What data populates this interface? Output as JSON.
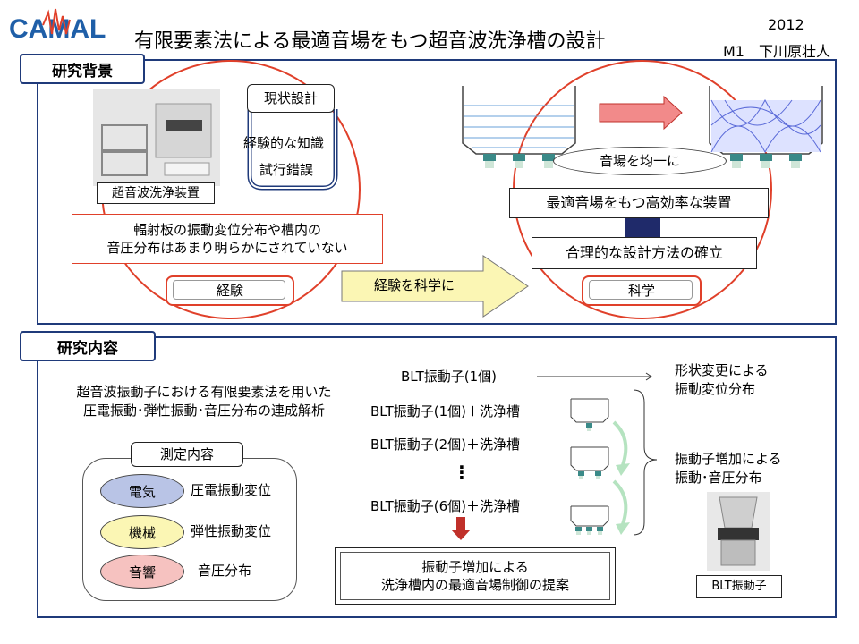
{
  "header": {
    "logo_text": "CAMAL",
    "title": "有限要素法による最適音場をもつ超音波洗浄槽の設計",
    "year": "2012",
    "author": "M1　下川原壮人"
  },
  "background": {
    "label": "研究背景",
    "device_caption": "超音波洗浄装置",
    "current_design": "現状設計",
    "knowledge": "経験的な知識",
    "trial": "試行錯誤",
    "problem": "輻射板の振動変位分布や槽内の\n音圧分布はあまり明らかにされていない",
    "experience": "経験",
    "arrow_text": "経験を科学に",
    "uniform": "音場を均一に",
    "efficient": "最適音場をもつ高効率な装置",
    "method": "合理的な設計方法の確立",
    "science": "科学"
  },
  "research": {
    "label": "研究内容",
    "intro": "超音波振動子における有限要素法を用いた\n圧電振動･弾性振動･音圧分布の連成解析",
    "measure_label": "測定内容",
    "items": [
      {
        "key": "電気",
        "value": "圧電振動変位",
        "color": "#b9c4e6"
      },
      {
        "key": "機械",
        "value": "弾性振動変位",
        "color": "#fbf6b4"
      },
      {
        "key": "音響",
        "value": "音圧分布",
        "color": "#f6c2c0"
      }
    ],
    "blt1": "BLT振動子(1個)",
    "blt1_tank": "BLT振動子(1個)＋洗浄槽",
    "blt2_tank": "BLT振動子(2個)＋洗浄槽",
    "ellipsis": "⋮",
    "blt6_tank": "BLT振動子(6個)＋洗浄槽",
    "shape_result": "形状変更による\n振動変位分布",
    "increase_result": "振動子増加による\n振動･音圧分布",
    "proposal": "振動子増加による\n洗浄槽内の最適音場制御の提案",
    "blt_caption": "BLT振動子"
  }
}
